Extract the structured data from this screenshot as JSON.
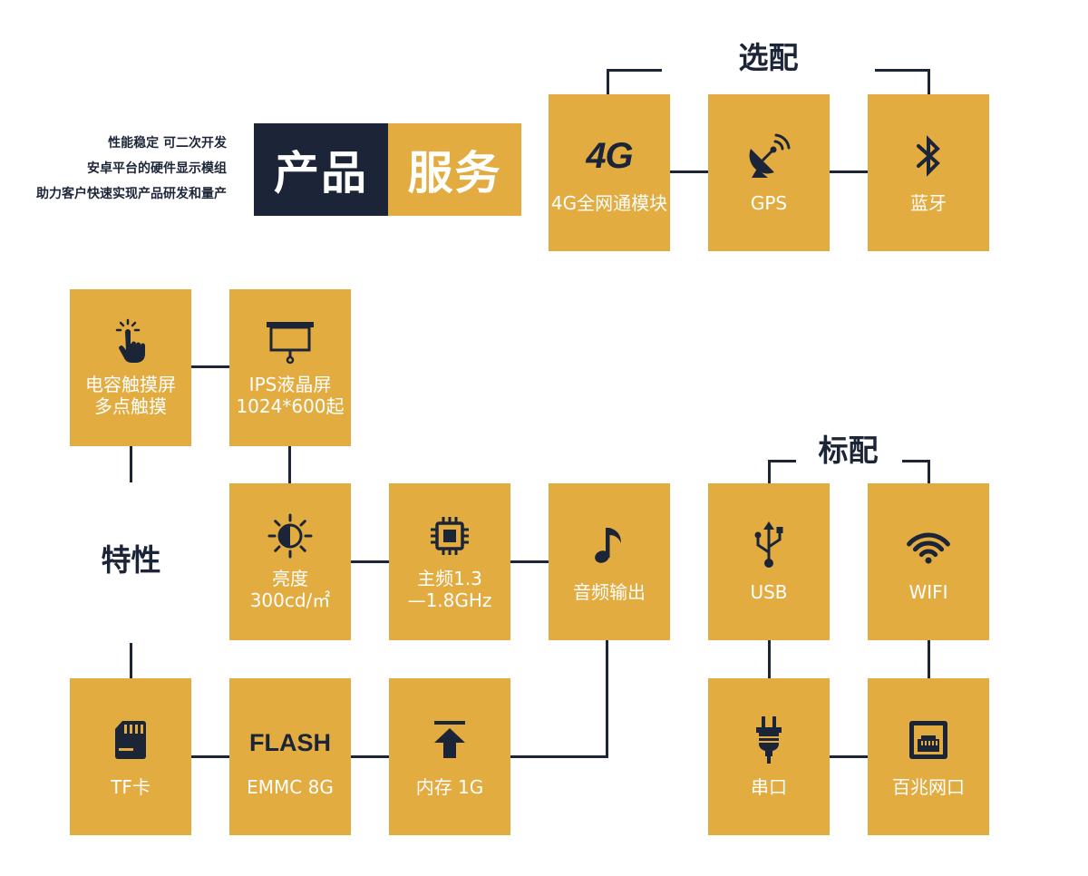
{
  "intro": {
    "lines": [
      "性能稳定 可二次开发",
      "安卓平台的硬件显示模组",
      "助力客户快速实现产品研发和量产"
    ]
  },
  "title": {
    "part1": "产品",
    "part2": "服务"
  },
  "groups": {
    "optional": "选配",
    "standard": "标配",
    "features": "特性"
  },
  "colors": {
    "accent": "#E2AC40",
    "dark": "#1C2538",
    "label": "#FFFFFF"
  },
  "optional_modules": [
    {
      "icon": "4g-icon",
      "icon_text": "4G",
      "label": "4G全网通模块"
    },
    {
      "icon": "satellite-dish-icon",
      "label": "GPS"
    },
    {
      "icon": "bluetooth-icon",
      "label": "蓝牙"
    }
  ],
  "features": [
    {
      "icon": "touch-hand-icon",
      "lines": [
        "电容触摸屏",
        "多点触摸"
      ]
    },
    {
      "icon": "projector-screen-icon",
      "lines": [
        "IPS液晶屏",
        "1024*600起"
      ]
    },
    {
      "icon": "brightness-icon",
      "lines": [
        "亮度",
        "300cd/㎡"
      ]
    },
    {
      "icon": "chip-icon",
      "lines": [
        "主频1.3",
        "—1.8GHz"
      ]
    },
    {
      "icon": "music-note-icon",
      "lines": [
        "音频输出"
      ]
    },
    {
      "icon": "sd-card-icon",
      "lines": [
        "TF卡"
      ]
    },
    {
      "icon": "flash-icon",
      "icon_text": "FLASH",
      "lines": [
        "EMMC 8G"
      ]
    },
    {
      "icon": "upload-arrow-icon",
      "lines": [
        "内存 1G"
      ]
    }
  ],
  "standard_interfaces": [
    {
      "icon": "usb-icon",
      "label": "USB"
    },
    {
      "icon": "wifi-icon",
      "label": "WIFI"
    },
    {
      "icon": "serial-plug-icon",
      "label": "串口"
    },
    {
      "icon": "ethernet-port-icon",
      "label": "百兆网口"
    }
  ]
}
